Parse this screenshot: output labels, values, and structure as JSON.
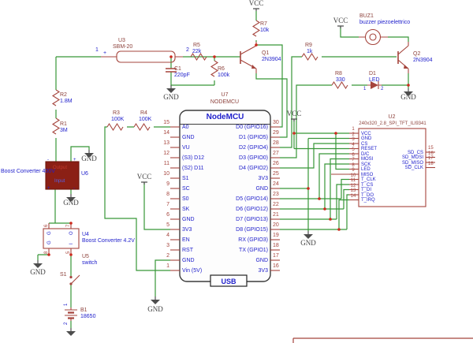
{
  "net": {
    "gnd": "GND",
    "vcc": "VCC"
  },
  "colors": {
    "wire": "#379637",
    "component": "#a5443c",
    "value_text": "#2222cc",
    "ref_text": "#8d423c",
    "net_text": "#3f3f3f",
    "junction": "#cc2a1e"
  },
  "components": {
    "u3": {
      "ref": "U3",
      "value": "SBM-20",
      "pin1": "1",
      "plus": "+",
      "pin2": "2"
    },
    "r5": {
      "ref": "R5",
      "value": "22k"
    },
    "c1": {
      "ref": "C1",
      "value": "220pF"
    },
    "r6": {
      "ref": "R6",
      "value": "100k"
    },
    "r7": {
      "ref": "R7",
      "value": "10k"
    },
    "q1": {
      "ref": "Q1",
      "value": "2N3904"
    },
    "r9": {
      "ref": "R9",
      "value": "1k"
    },
    "buz1": {
      "ref": "BUZ1",
      "value": "buzzer piezoelettrico"
    },
    "q2": {
      "ref": "Q2",
      "value": "2N3904"
    },
    "r8": {
      "ref": "R8",
      "value": "330"
    },
    "d1": {
      "ref": "D1",
      "value": "LED",
      "pin1": "1",
      "pin2": "2"
    },
    "r2": {
      "ref": "R2",
      "value": "1.8M"
    },
    "r1": {
      "ref": "R1",
      "value": "3M"
    },
    "u6": {
      "ref": "U6",
      "value": "Boost Converter 400V",
      "port_top": "Output",
      "port_bottom": "Input",
      "mark_tl": "-",
      "mark_tr": "+",
      "mark_bl": "+",
      "mark_br": "-"
    },
    "r3": {
      "ref": "R3",
      "value": "100K"
    },
    "r4": {
      "ref": "R4",
      "value": "100K"
    },
    "u4": {
      "ref": "U4",
      "value": "Boost Converter 4.2V",
      "pin_numbers": [
        "6",
        "7",
        "8",
        "5"
      ],
      "pin_names": [
        "G",
        "G",
        "O",
        "I"
      ]
    },
    "u5": {
      "ref": "U5",
      "value": "switch"
    },
    "s1": {
      "ref": "S1"
    },
    "b1": {
      "ref": "B1",
      "value": "18650",
      "pin1": "1",
      "pin2": "2"
    }
  },
  "nodemcu": {
    "ref": "U7",
    "part": "NODEMCU",
    "title": "NodeMCU",
    "usb_label": "USB",
    "left_pins": [
      {
        "num": "15",
        "name": "A0"
      },
      {
        "num": "14",
        "name": "GND"
      },
      {
        "num": "13",
        "name": "VU"
      },
      {
        "num": "12",
        "name": "(S3) D12"
      },
      {
        "num": "11",
        "name": "(S2) D11"
      },
      {
        "num": "10",
        "name": "S1"
      },
      {
        "num": "9",
        "name": "SC"
      },
      {
        "num": "8",
        "name": "S0"
      },
      {
        "num": "7",
        "name": "SK"
      },
      {
        "num": "6",
        "name": "GND"
      },
      {
        "num": "5",
        "name": "3V3"
      },
      {
        "num": "4",
        "name": "EN"
      },
      {
        "num": "3",
        "name": "RST"
      },
      {
        "num": "2",
        "name": "GND"
      },
      {
        "num": "1",
        "name": "Vin (5V)"
      }
    ],
    "right_pins": [
      {
        "num": "30",
        "name": "D0 (GPIO16)"
      },
      {
        "num": "29",
        "name": "D1 (GPIO5)"
      },
      {
        "num": "28",
        "name": "D2 (GPIO4)"
      },
      {
        "num": "27",
        "name": "D3 (GPIO0)"
      },
      {
        "num": "26",
        "name": "D4 (GPIO2)"
      },
      {
        "num": "25",
        "name": "3V3"
      },
      {
        "num": "24",
        "name": "GND"
      },
      {
        "num": "23",
        "name": "D5 (GPIO14)"
      },
      {
        "num": "22",
        "name": "D6 (GPIO12)"
      },
      {
        "num": "21",
        "name": "D7 (GPIO13)"
      },
      {
        "num": "20",
        "name": "D8 (GPIO15)"
      },
      {
        "num": "19",
        "name": "RX (GPIO3)"
      },
      {
        "num": "18",
        "name": "TX (GPIO1)"
      },
      {
        "num": "17",
        "name": "GND"
      },
      {
        "num": "16",
        "name": "3V3"
      }
    ]
  },
  "tft": {
    "ref": "U2",
    "part": "240x320_2.8_SPI_TFT_ILI9341",
    "left_pins": [
      {
        "num": "1",
        "name": "VCC"
      },
      {
        "num": "2",
        "name": "GND"
      },
      {
        "num": "3",
        "name": "CS"
      },
      {
        "num": "4",
        "name": "RESET"
      },
      {
        "num": "5",
        "name": "D/C"
      },
      {
        "num": "6",
        "name": "MOSI"
      },
      {
        "num": "7",
        "name": "SCK"
      },
      {
        "num": "8",
        "name": "LED"
      },
      {
        "num": "9",
        "name": "MISO"
      },
      {
        "num": "10",
        "name": "T_CLK"
      },
      {
        "num": "11",
        "name": "T_CS"
      },
      {
        "num": "12",
        "name": "T_DI"
      },
      {
        "num": "13",
        "name": "T_DO"
      },
      {
        "num": "14",
        "name": "T_IRQ"
      }
    ],
    "right_pins": [
      {
        "num": "15",
        "name": "SD_CS"
      },
      {
        "num": "16",
        "name": "SD_MOSI"
      },
      {
        "num": "17",
        "name": "SD_MISO"
      },
      {
        "num": "18",
        "name": "SD_CLK"
      }
    ]
  }
}
